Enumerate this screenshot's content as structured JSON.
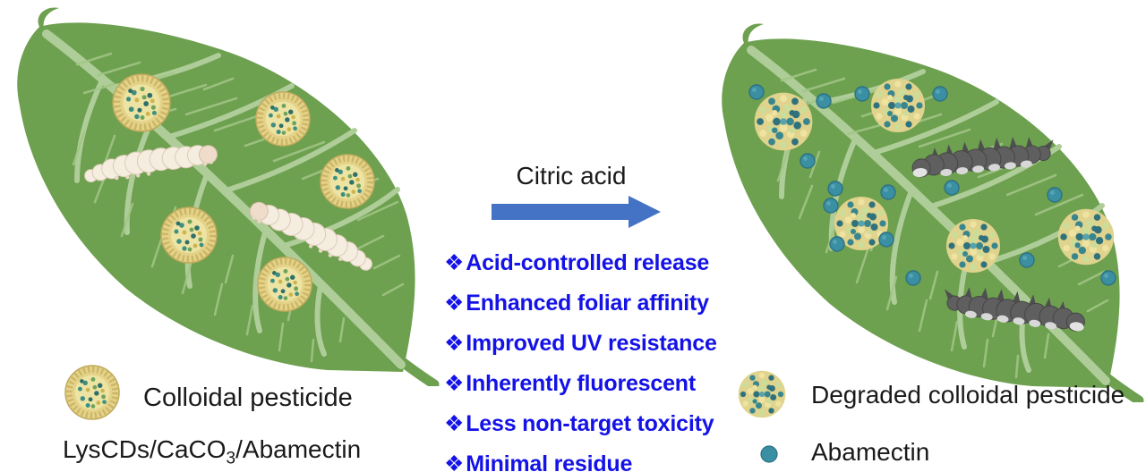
{
  "figure": {
    "center": {
      "arrow_label": "Citric acid",
      "bullet": "❖",
      "benefits": [
        "Acid-controlled release",
        "Enhanced foliar affinity",
        "Improved UV resistance",
        "Inherently fluorescent",
        "Less non-target toxicity",
        "Minimal residue"
      ]
    },
    "legend_left": {
      "sphere_label": "Colloidal pesticide",
      "formula_pre": "LysCDs/CaCO",
      "formula_sub": "3",
      "formula_post": "/Abamectin"
    },
    "legend_right": {
      "sphere_label": "Degraded colloidal pesticide",
      "dot_label": "Abamectin"
    },
    "scene": {
      "left_leaf": {
        "colloidal_particles": 5,
        "live_larvae": 2
      },
      "right_leaf": {
        "degraded_particles": 5,
        "dead_larvae": 2,
        "abamectin_dots": 15
      }
    },
    "colors": {
      "arrow_blue": "#4472c4",
      "benefit_text_blue": "#1412e6",
      "leaf_green": "#6da04f",
      "vein_green": "#aecd98",
      "abamectin_teal": "#3b8fa2"
    }
  }
}
